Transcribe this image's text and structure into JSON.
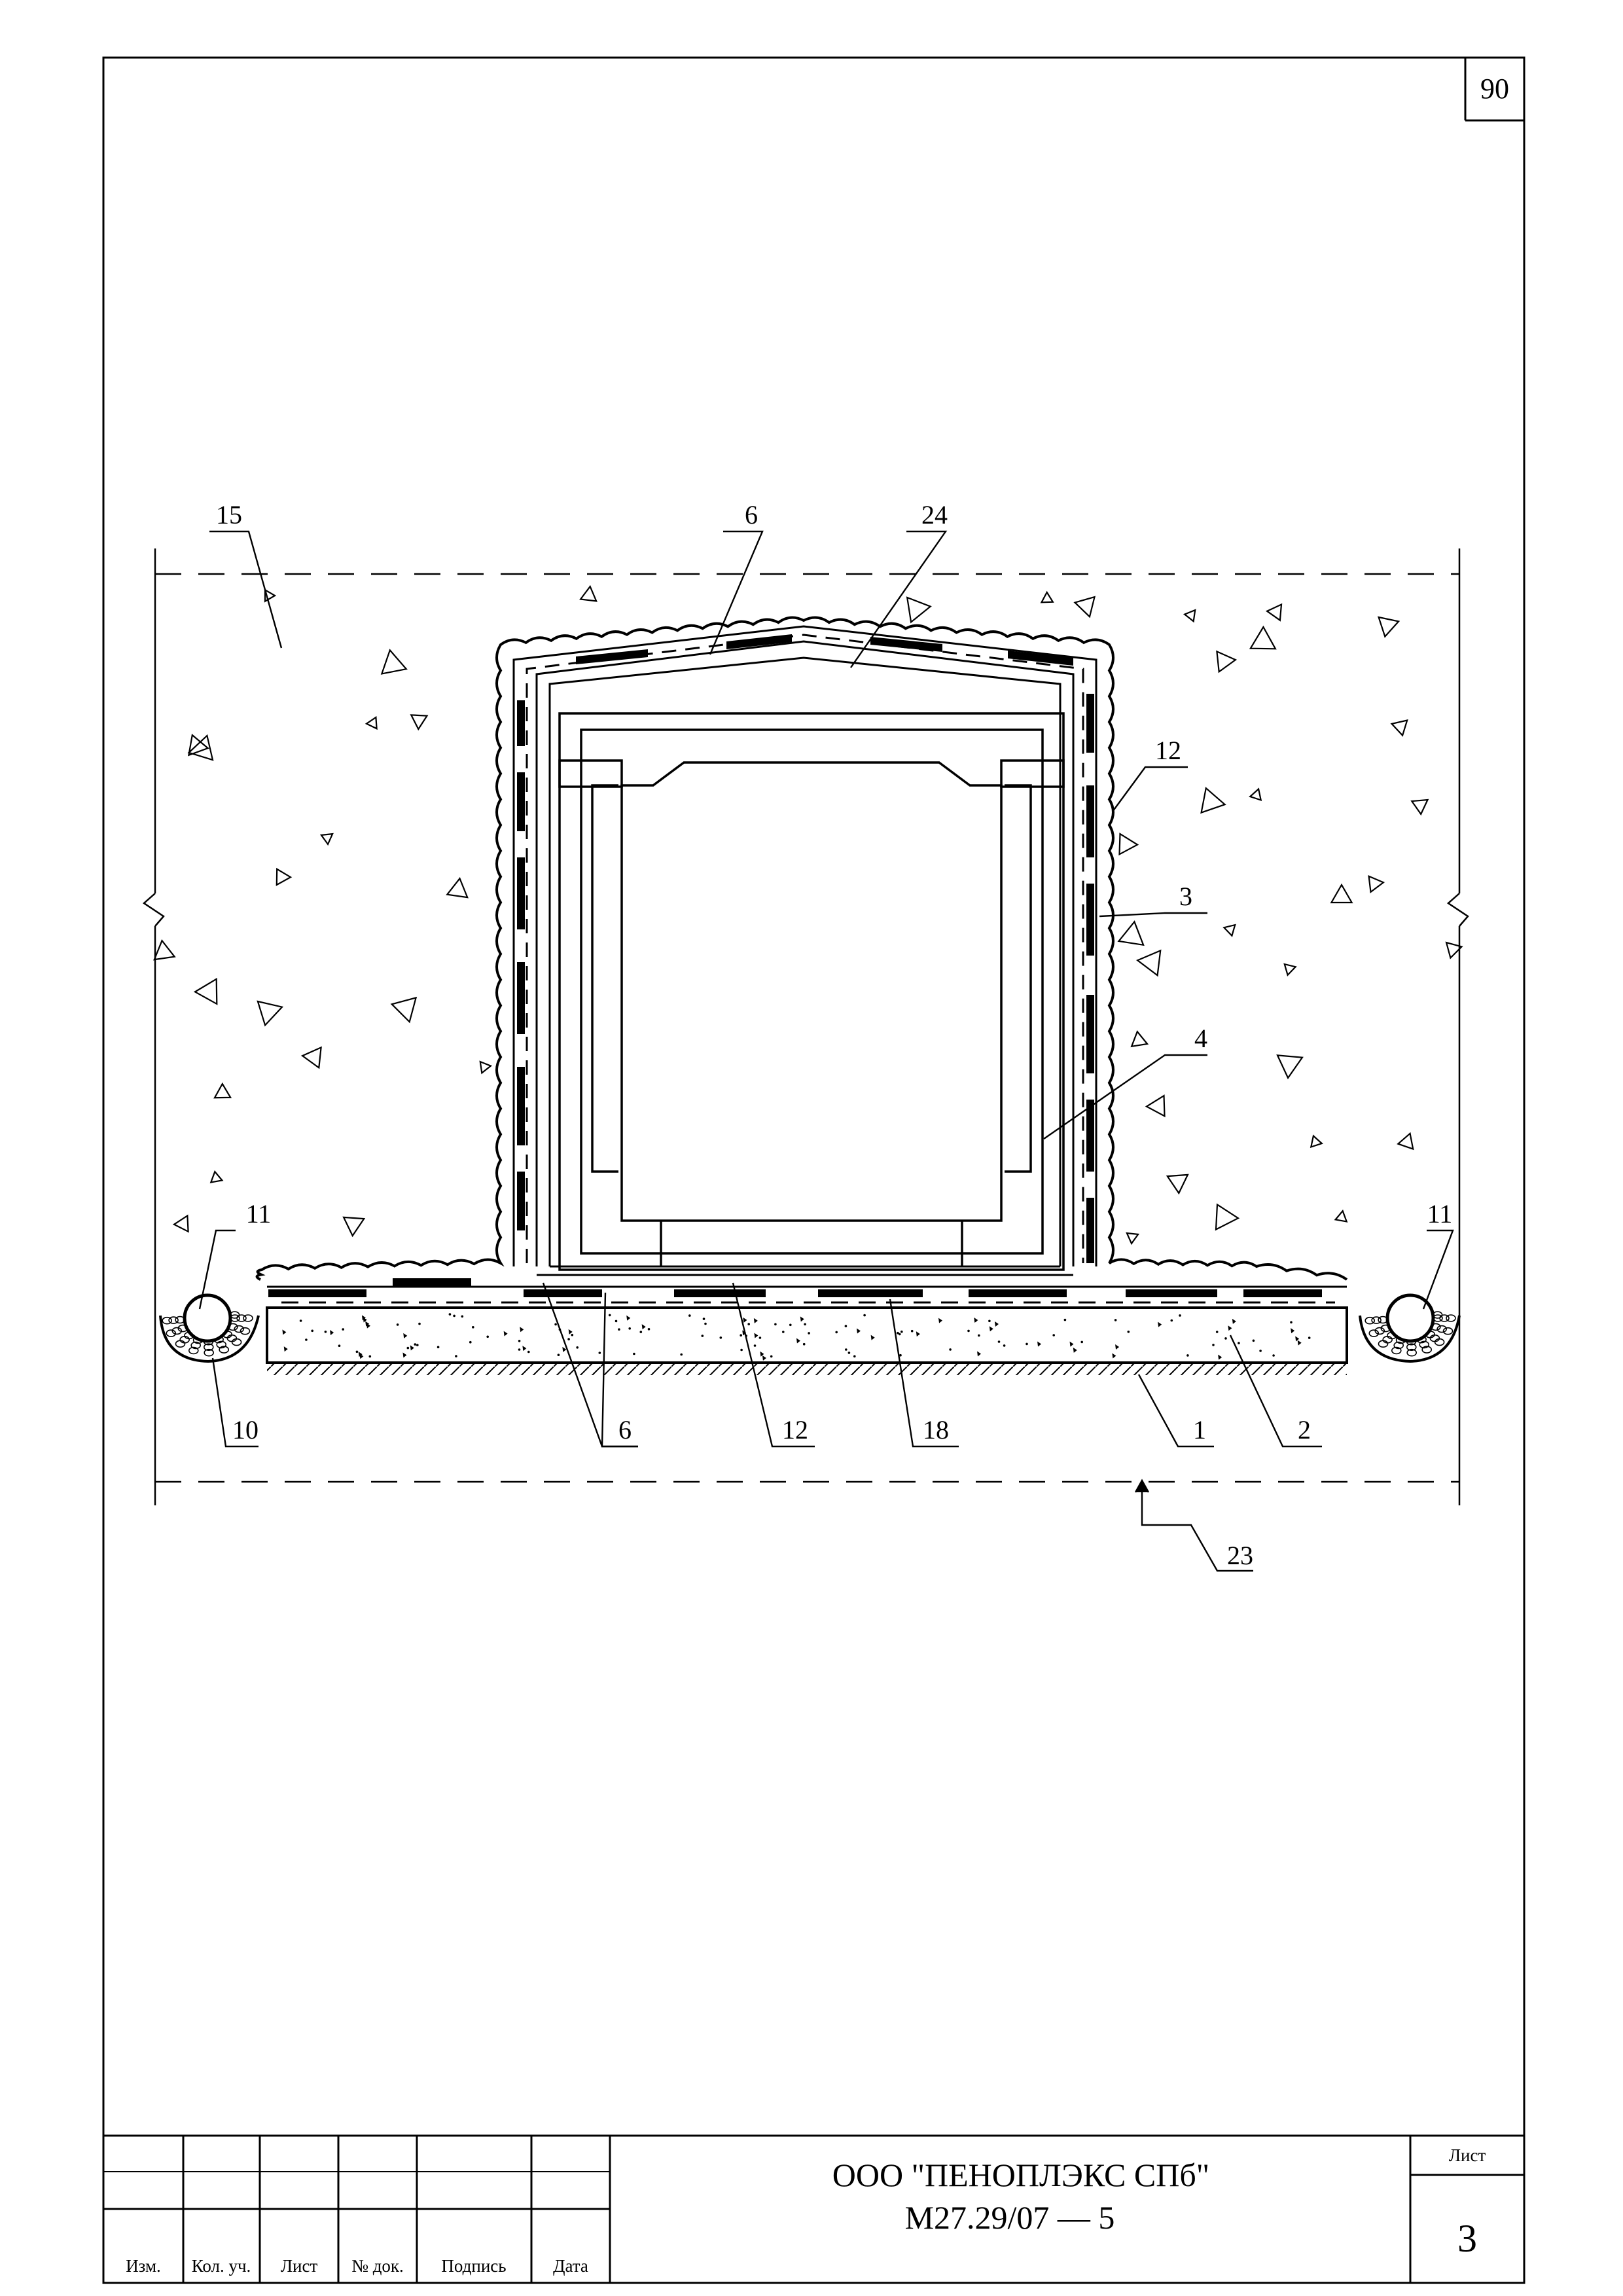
{
  "sheet_number_top": "90",
  "callouts": {
    "c15": "15",
    "c6_top": "6",
    "c24": "24",
    "c12_right": "12",
    "c3": "3",
    "c4": "4",
    "c11_left": "11",
    "c11_right": "11",
    "c10": "10",
    "c6_bottom": "6",
    "c12_bottom": "12",
    "c18": "18",
    "c1": "1",
    "c2": "2",
    "c23": "23"
  },
  "title_block": {
    "headers": [
      "Изм.",
      "Кол. уч.",
      "Лист",
      "№ док.",
      "Подпись",
      "Дата"
    ],
    "company": "ООО \"ПЕНОПЛЭКС СПб\"",
    "document_code": "М27.29/07 — 5",
    "sheet_label": "Лист",
    "sheet_value": "3"
  }
}
